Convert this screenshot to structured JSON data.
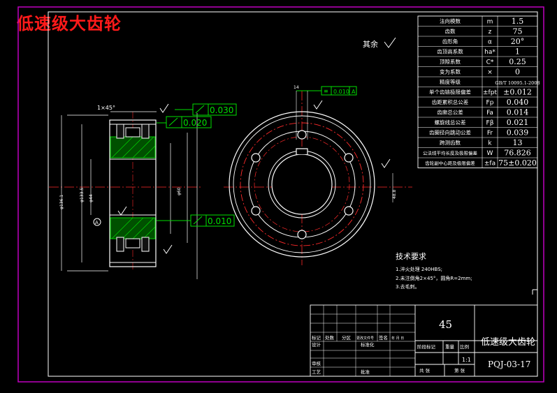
{
  "header": {
    "title": "低速级大齿轮"
  },
  "params": [
    {
      "name": "法向模数",
      "sym": "m",
      "val": "1.5"
    },
    {
      "name": "齿数",
      "sym": "z",
      "val": "75"
    },
    {
      "name": "齿形角",
      "sym": "α",
      "val": "20°"
    },
    {
      "name": "齿顶高系数",
      "sym": "ha*",
      "val": "1"
    },
    {
      "name": "顶隙系数",
      "sym": "C*",
      "val": "0.25"
    },
    {
      "name": "变为系数",
      "sym": "×",
      "val": "0"
    },
    {
      "name": "精度等级",
      "sym": "",
      "val": "GB/T 10095.1-2008"
    },
    {
      "name": "单个齿链极限偏差",
      "sym": "±fpt",
      "val": "±0.012"
    },
    {
      "name": "齿距累积总公差",
      "sym": "Fp",
      "val": "0.040"
    },
    {
      "name": "齿廓总公差",
      "sym": "Fa",
      "val": "0.014"
    },
    {
      "name": "螺旋线总公差",
      "sym": "Fβ",
      "val": "0.021"
    },
    {
      "name": "齿圈径向跳动公差",
      "sym": "Fr",
      "val": "0.039"
    },
    {
      "name": "跨测齿数",
      "sym": "k",
      "val": "13"
    },
    {
      "name": "公法线平均长度及极限偏差",
      "sym": "W",
      "val": "76.826"
    },
    {
      "name": "齿轮副中心距及极限偏差",
      "sym": "±fa",
      "val": "75±0.020"
    }
  ],
  "annotations": {
    "qiyu": "其余",
    "chamfer": "1×45°",
    "tol1": "0.030",
    "tol2": "0.020",
    "tol3": "0.010",
    "keyway_tol": "0.010",
    "keyway_datum": "A",
    "datum_a": "A"
  },
  "tech": {
    "heading": "技术要求",
    "lines": [
      "1.淬火处理 240HBS;",
      "2.未注倒角2×45°，圆角R=2mm;",
      "3.去毛刺。"
    ]
  },
  "title_block": {
    "material": "45",
    "name": "低速级大齿轮",
    "code": "PQJ-03-17",
    "scale": "1:1",
    "labels": [
      "标记",
      "处数",
      "分区",
      "更改文件号",
      "签名",
      "年 月 日",
      "设计",
      "标准化",
      "阶段标记",
      "重量",
      "比例",
      "审核",
      "工艺",
      "批准",
      "共 张",
      "第 张"
    ]
  },
  "colors": {
    "bg": "#000000",
    "line": "#ffffff",
    "center": "#ff2a2a",
    "dim": "#00e0e0",
    "frame": "#c000c0",
    "hatch": "#00d000",
    "accent": "#ffff00"
  }
}
